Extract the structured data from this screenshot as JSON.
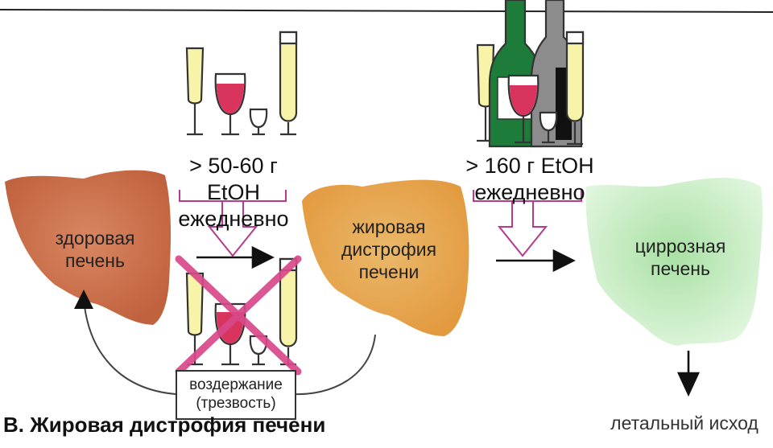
{
  "diagram": {
    "caption": "В. Жировая дистрофия печени",
    "stage1_dose": {
      "line1": "> 50-60 г EtOH",
      "line2": "ежедневно"
    },
    "stage2_dose": {
      "line1": "> 160 г EtOH",
      "line2": "ежедневно"
    },
    "healthy_liver": {
      "line1": "здоровая",
      "line2": "печень"
    },
    "fatty_liver": {
      "line1": "жировая",
      "line2": "дистрофия",
      "line3": "печени"
    },
    "cirrhotic_liver": {
      "line1": "циррозная",
      "line2": "печень"
    },
    "abstinence": {
      "line1": "воздержание",
      "line2": "(трезвость)"
    },
    "outcome": "летальный исход",
    "colors": {
      "healthy_liver": "#c8704a",
      "fatty_liver": "#eaa64c",
      "cirrhotic_liver": "#bde8b8",
      "wine": "#d8345e",
      "beer": "#f5f2a6",
      "green_bottle": "#1d7c3a",
      "grey_bottle": "#8c8c8c",
      "cross": "#d8488a"
    }
  }
}
